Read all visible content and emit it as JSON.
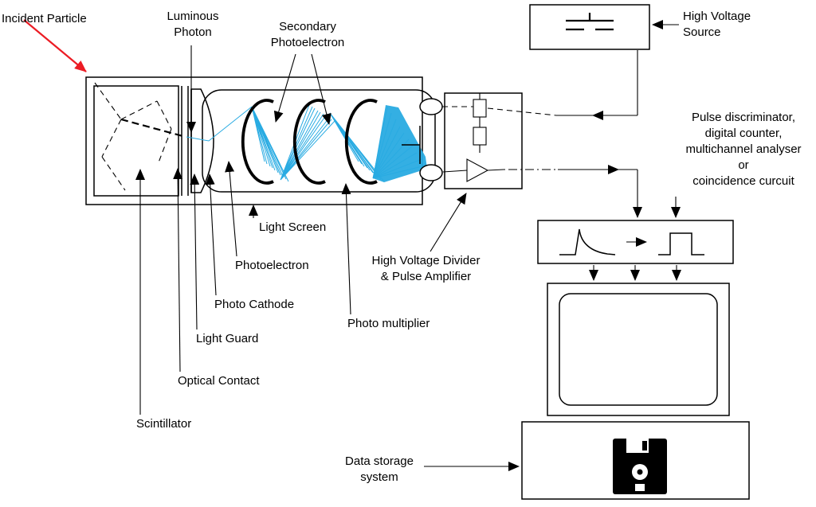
{
  "diagram": {
    "title": "Scintillation counter block diagram",
    "colors": {
      "line": "#000000",
      "electron_shower": "#29ABE2",
      "incident_arrow": "#EC1C24",
      "background": "#FFFFFF"
    },
    "icons": {
      "high_voltage_source": "battery-plates-icon",
      "voltage_divider": "resistor-boxes-icon",
      "pulse_amplifier": "amplifier-triangle-icon",
      "input_pulse": "decay-pulse-icon",
      "output_pulse": "square-pulse-icon",
      "display": "monitor-screen",
      "data_storage": "floppy-disk-icon"
    },
    "labels": {
      "incident_particle": "Incident Particle",
      "luminous_photon": [
        "Luminous",
        "Photon"
      ],
      "secondary_photoelectron": [
        "Secondary",
        "Photoelectron"
      ],
      "high_voltage_source": [
        "High Voltage",
        "Source"
      ],
      "pulse_discriminator": [
        "Pulse discriminator,",
        "digital counter,",
        "multichannel analyser",
        "or",
        "coincidence curcuit"
      ],
      "light_screen": "Light Screen",
      "photoelectron": "Photoelectron",
      "photo_cathode": "Photo Cathode",
      "light_guard": "Light Guard",
      "optical_contact": "Optical Contact",
      "scintillator": "Scintillator",
      "hv_divider": [
        "High Voltage Divider",
        "& Pulse Amplifier"
      ],
      "photo_multiplier": "Photo multiplier",
      "data_storage": [
        "Data storage",
        "system"
      ]
    }
  }
}
